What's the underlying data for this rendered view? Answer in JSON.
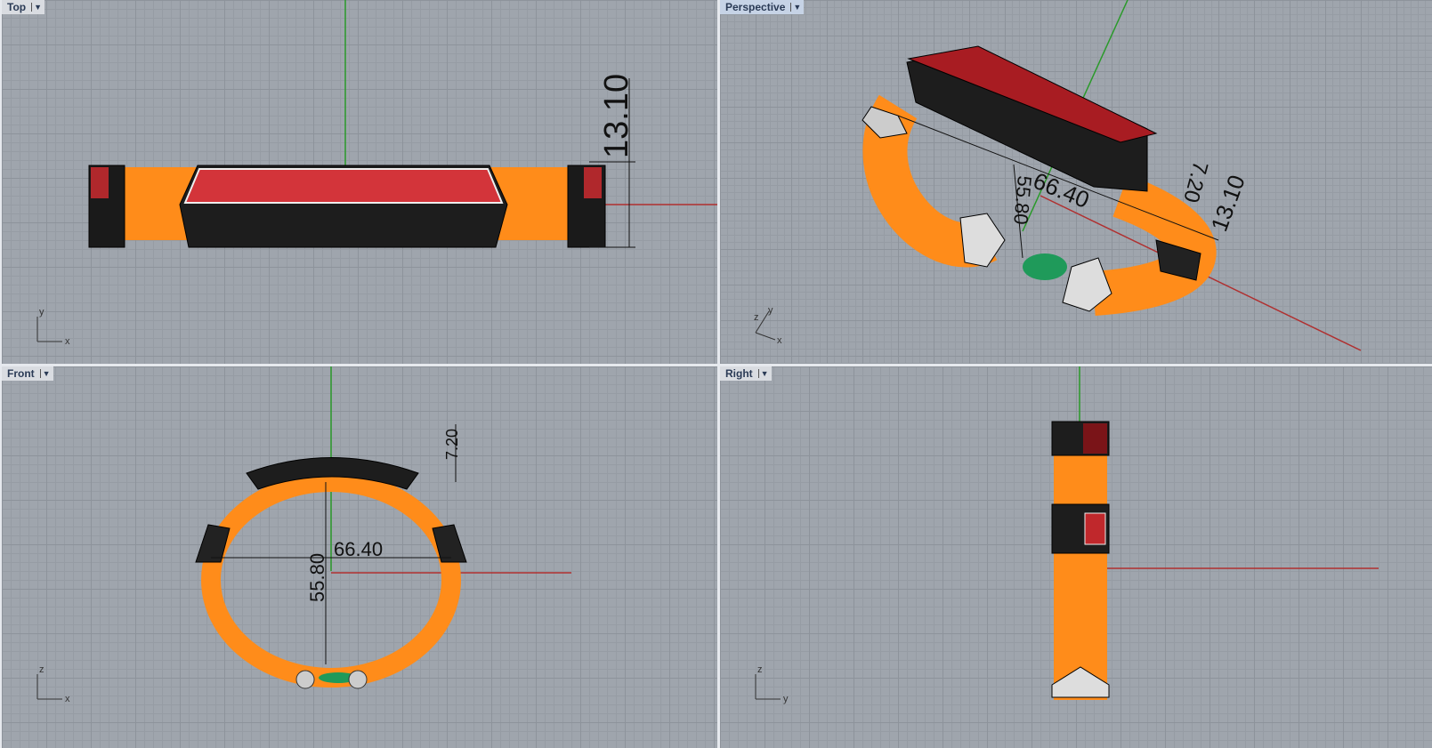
{
  "viewports": [
    {
      "name": "Top",
      "active": false,
      "axes": [
        "y",
        "x"
      ],
      "dimensions": [
        "13.10"
      ]
    },
    {
      "name": "Perspective",
      "active": true,
      "axes": [
        "z",
        "y",
        "x"
      ],
      "dimensions": [
        "66.40",
        "55.80",
        "7.20",
        "13.10"
      ]
    },
    {
      "name": "Front",
      "active": false,
      "axes": [
        "z",
        "x"
      ],
      "dimensions": [
        "7.20",
        "66.40",
        "55.80"
      ]
    },
    {
      "name": "Right",
      "active": false,
      "axes": [
        "z",
        "y"
      ],
      "dimensions": []
    }
  ],
  "dropdown_icon": "triangle-down",
  "colors": {
    "viewport_bg": "#9fa5ad",
    "x_axis": "#b03030",
    "y_axis": "#2a9a2a",
    "band": "#ff8c1a",
    "gem": "#c0282c",
    "clasp": "#1f9a5a"
  }
}
